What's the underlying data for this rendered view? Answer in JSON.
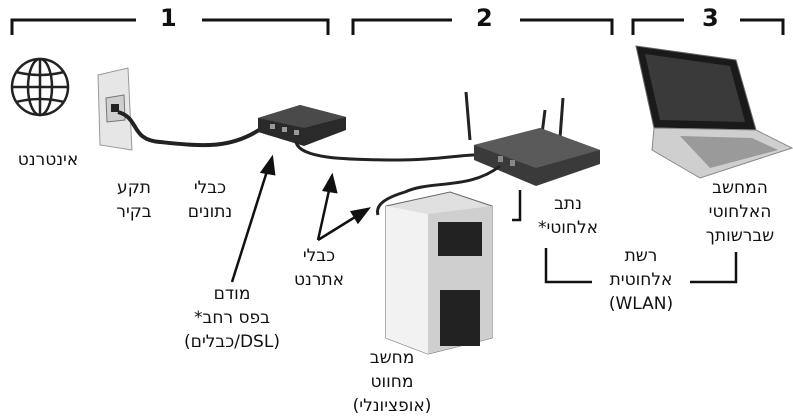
{
  "sections": [
    {
      "number": "1"
    },
    {
      "number": "2"
    },
    {
      "number": "3"
    }
  ],
  "labels": {
    "internet": [
      "אינטרנט"
    ],
    "wall_jack": [
      "תקע",
      "בקיר"
    ],
    "data_cables": [
      "כבלי",
      "נתונים"
    ],
    "modem": [
      "מודם",
      "בפס רחב*",
      "(DSL/כבלים)"
    ],
    "ethernet_cables": [
      "כבלי",
      "אתרנט"
    ],
    "computer": [
      "מחשב",
      "מחווט",
      "(אופציונלי)"
    ],
    "router": [
      "נתב",
      "אלחוטי*"
    ],
    "wlan": [
      "רשת",
      "אלחוטית",
      "(WLAN)"
    ],
    "laptop": [
      "המחשב",
      "האלחוטי",
      "שברשותך"
    ]
  }
}
